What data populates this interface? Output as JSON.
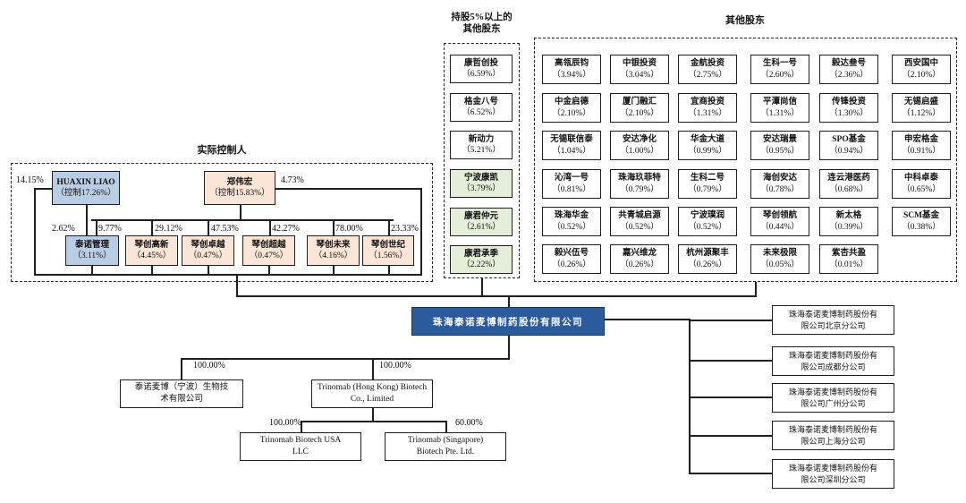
{
  "colors": {
    "blue": "#b9cde5",
    "peach": "#fbe5d6",
    "green": "#e3efd9",
    "company_blue": "#2b5b9c",
    "line": "#1f1f1f"
  },
  "groups": {
    "controllers": {
      "title": "实际控制人",
      "top": [
        {
          "name": "HUAXIN LIAO",
          "pct": "（控制17.26%）",
          "color": "blue"
        },
        {
          "name": "郑伟宏",
          "pct": "（控制15.83%）",
          "color": "peach"
        }
      ],
      "bottom": [
        {
          "name": "泰诺管理",
          "pct": "（3.11%）",
          "color": "blue"
        },
        {
          "name": "琴创高新",
          "pct": "（4.45%）",
          "color": "peach"
        },
        {
          "name": "琴创卓越",
          "pct": "（0.47%）",
          "color": "peach"
        },
        {
          "name": "琴创超越",
          "pct": "（0.47%）",
          "color": "peach"
        },
        {
          "name": "琴创未来",
          "pct": "（4.16%）",
          "color": "peach"
        },
        {
          "name": "琴创世纪",
          "pct": "（1.56%）",
          "color": "peach"
        }
      ],
      "edge_labels": {
        "huaxin_left": "14.15%",
        "zheng_right": "4.73%",
        "huaxin_to_tainuo": "2.62%",
        "zheng_stubs": [
          "9.77%",
          "29.12%",
          "47.53%",
          "42.27%",
          "78.00%",
          "23.33%"
        ]
      }
    },
    "major_shareholders": {
      "title_line1": "持股5%以上的",
      "title_line2": "其他股东",
      "items": [
        {
          "name": "康哲创投",
          "pct": "（6.59%）",
          "color": "white"
        },
        {
          "name": "格金八号",
          "pct": "（6.52%）",
          "color": "white"
        },
        {
          "name": "新动力",
          "pct": "（5.21%）",
          "color": "white"
        },
        {
          "name": "宁波康凯",
          "pct": "（3.79%）",
          "color": "green"
        },
        {
          "name": "康君仲元",
          "pct": "（2.61%）",
          "color": "green"
        },
        {
          "name": "康君承季",
          "pct": "（2.22%）",
          "color": "green"
        }
      ]
    },
    "other_shareholders": {
      "title": "其他股东",
      "items": [
        {
          "name": "高瓴辰钧",
          "pct": "（3.94%）"
        },
        {
          "name": "中银投资",
          "pct": "（3.04%）"
        },
        {
          "name": "金航投资",
          "pct": "（2.75%）"
        },
        {
          "name": "生科一号",
          "pct": "（2.60%）"
        },
        {
          "name": "毅达叁号",
          "pct": "（2.36%）"
        },
        {
          "name": "西安国中",
          "pct": "（2.10%）"
        },
        {
          "name": "中金启德",
          "pct": "（2.10%）"
        },
        {
          "name": "厦门融汇",
          "pct": "（2.10%）"
        },
        {
          "name": "宜商投资",
          "pct": "（1.31%）"
        },
        {
          "name": "平潭尚信",
          "pct": "（1.31%）"
        },
        {
          "name": "传锋投资",
          "pct": "（1.30%）"
        },
        {
          "name": "无锡启盛",
          "pct": "（1.12%）"
        },
        {
          "name": "无锡联信泰",
          "pct": "（1.04%）"
        },
        {
          "name": "安达净化",
          "pct": "（1.00%）"
        },
        {
          "name": "华金大道",
          "pct": "（0.99%）"
        },
        {
          "name": "安达瑞景",
          "pct": "（0.95%）"
        },
        {
          "name": "SPO基金",
          "pct": "（0.94%）"
        },
        {
          "name": "申宏格金",
          "pct": "（0.91%）"
        },
        {
          "name": "沁湾一号",
          "pct": "（0.81%）"
        },
        {
          "name": "珠海玖菲特",
          "pct": "（0.79%）"
        },
        {
          "name": "生科二号",
          "pct": "（0.79%）"
        },
        {
          "name": "海创安达",
          "pct": "（0.78%）"
        },
        {
          "name": "连云港医药",
          "pct": "（0.68%）"
        },
        {
          "name": "中科卓泰",
          "pct": "（0.65%）"
        },
        {
          "name": "珠海华金",
          "pct": "（0.52%）"
        },
        {
          "name": "共青城启源",
          "pct": "（0.52%）"
        },
        {
          "name": "宁波璞润",
          "pct": "（0.52%）"
        },
        {
          "name": "琴创领航",
          "pct": "（0.44%）"
        },
        {
          "name": "新太格",
          "pct": "（0.39%）"
        },
        {
          "name": "SCM基金",
          "pct": "（0.38%）"
        },
        {
          "name": "毅兴伍号",
          "pct": "（0.26%）"
        },
        {
          "name": "嘉兴维龙",
          "pct": "（0.26%）"
        },
        {
          "name": "杭州源聚丰",
          "pct": "（0.26%）"
        },
        {
          "name": "未来极限",
          "pct": "（0.05%）"
        },
        {
          "name": "紫杏共盈",
          "pct": "（0.01%）"
        }
      ]
    }
  },
  "company": {
    "name": "珠海泰诺麦博制药股份有限公司"
  },
  "subsidiaries": [
    {
      "name": "泰诺麦博（宁波）生物技术有限公司",
      "pct": "100.00%"
    },
    {
      "name": "Trinomab (Hong Kong) Biotech Co., Limited",
      "pct": "100.00%"
    },
    {
      "name": "Trinomab Biotech USA LLC",
      "pct": "100.00%"
    },
    {
      "name": "Trinomab (Singapore) Biotech Pte. Ltd.",
      "pct": "60.00%"
    }
  ],
  "branches": [
    "珠海泰诺麦博制药股份有限公司北京分公司",
    "珠海泰诺麦博制药股份有限公司成都分公司",
    "珠海泰诺麦博制药股份有限公司广州分公司",
    "珠海泰诺麦博制药股份有限公司上海分公司",
    "珠海泰诺麦博制药股份有限公司深圳分公司"
  ]
}
